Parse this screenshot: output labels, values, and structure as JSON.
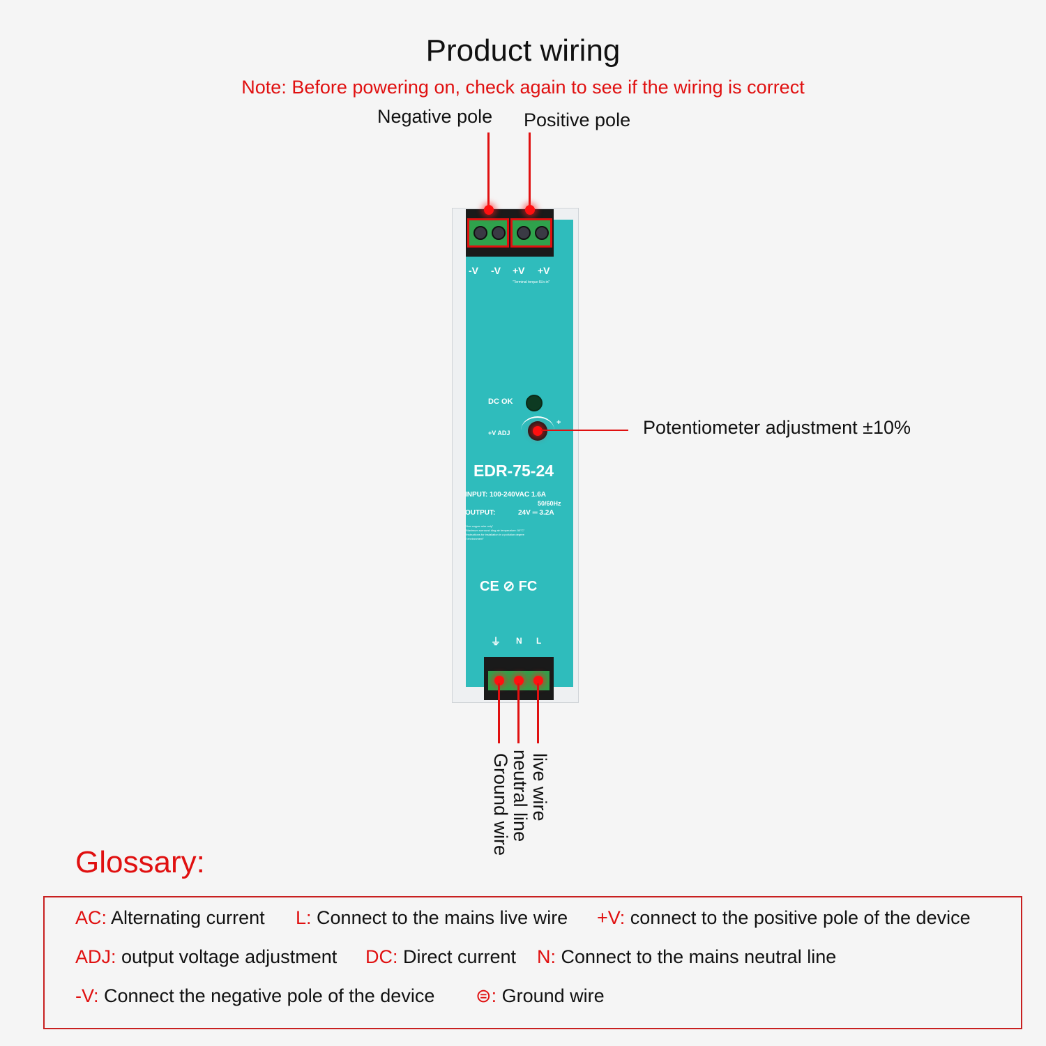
{
  "title": "Product wiring",
  "note": "Note: Before powering on, check again to see if the wiring is correct",
  "labels": {
    "negative": "Negative pole",
    "positive": "Positive pole",
    "potentiometer": "Potentiometer adjustment ±10%",
    "live": "live wire",
    "neutral": "neutral line",
    "ground": "Ground wire"
  },
  "device": {
    "terminals_top": [
      "-V",
      "-V",
      "+V",
      "+V"
    ],
    "torque": "\"Terminal torque 6Lb-in\"",
    "dc_ok": "DC OK",
    "adj": "+V  ADJ",
    "plus": "+",
    "model": "EDR-75-24",
    "input": "INPUT: 100-240VAC  1.6A",
    "freq": "50/60Hz",
    "output_label": "OUTPUT:",
    "output_value": "24V ═ 3.2A",
    "fine_print": [
      "\"Use copper wire only\"",
      "\"Maximum surround ding air temperature: 50°C\"",
      "\"Instructions for installation in a pollution degree",
      "2 environment\""
    ],
    "certs": "CE ⊘ FC",
    "terminals_bottom": [
      "⏚",
      "N",
      "L"
    ]
  },
  "glossary": {
    "title": "Glossary:",
    "rows": [
      [
        {
          "term": "AC:",
          "desc": " Alternating current"
        },
        {
          "term": "L:",
          "desc": " Connect to the mains live wire"
        },
        {
          "term": "+V:",
          "desc": " connect to the positive pole of the device"
        }
      ],
      [
        {
          "term": "ADJ:",
          "desc": " output voltage adjustment"
        },
        {
          "term": "DC:",
          "desc": " Direct current"
        },
        {
          "term": "N:",
          "desc": " Connect to the mains neutral line"
        }
      ],
      [
        {
          "term": "-V:",
          "desc": " Connect the negative pole of the device"
        },
        {
          "term": "⊜:",
          "desc": " Ground wire"
        }
      ]
    ]
  }
}
